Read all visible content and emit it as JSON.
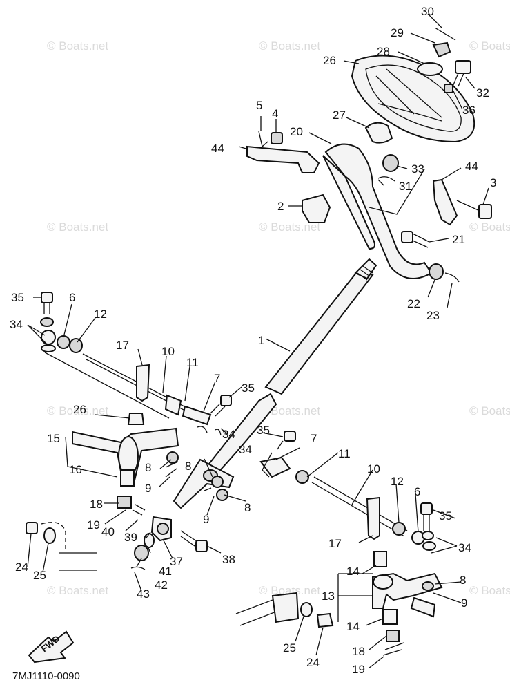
{
  "diagram": {
    "drawing_code": "7MJ1110-0090",
    "direction_label": "FWD",
    "watermark": "© Boats.net",
    "callouts": {
      "c1": "1",
      "c2": "2",
      "c3": "3",
      "c4": "4",
      "c5": "5",
      "c6": "6",
      "c7": "7",
      "c8": "8",
      "c9": "9",
      "c10": "10",
      "c11": "11",
      "c12": "12",
      "c13": "13",
      "c14": "14",
      "c15": "15",
      "c16": "16",
      "c17": "17",
      "c18": "18",
      "c19": "19",
      "c20": "20",
      "c21": "21",
      "c22": "22",
      "c23": "23",
      "c24": "24",
      "c25": "25",
      "c26": "26",
      "c27": "27",
      "c28": "28",
      "c29": "29",
      "c30": "30",
      "c31": "31",
      "c32": "32",
      "c33": "33",
      "c34": "34",
      "c35": "35",
      "c36": "36",
      "c37": "37",
      "c38": "38",
      "c39": "39",
      "c40": "40",
      "c41": "41",
      "c42": "42",
      "c43": "43",
      "c44": "44"
    }
  }
}
